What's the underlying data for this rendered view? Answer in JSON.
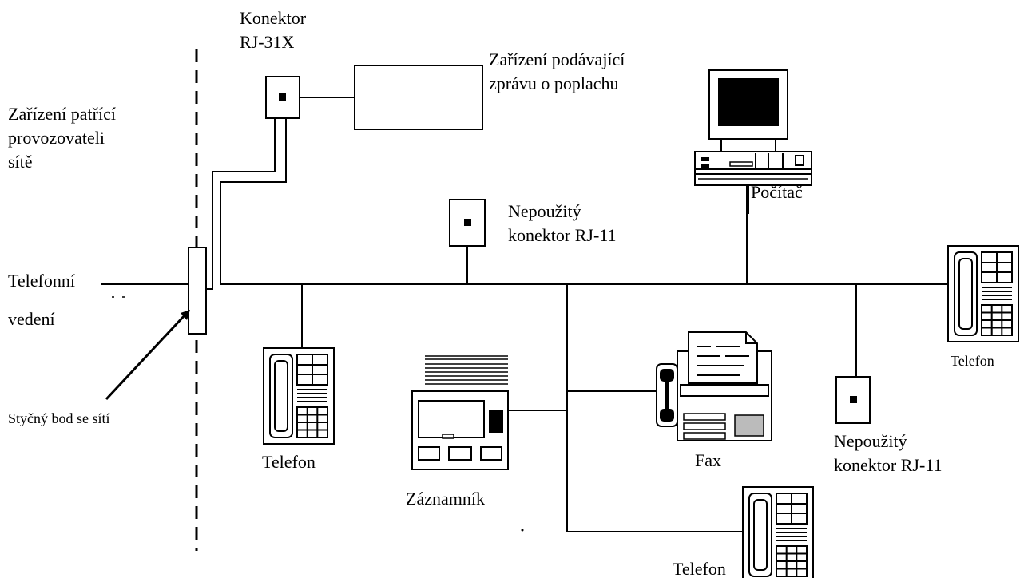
{
  "labels": {
    "rj31x_connector": [
      "Konektor",
      "RJ-31X"
    ],
    "alarm_device": [
      "Zařízení podávající",
      "zprávu o poplachu"
    ],
    "operator_equipment": [
      "Zařízení patřící",
      "provozovateli",
      "sítě"
    ],
    "computer": "Počítač",
    "unused_rj11_top": [
      "Nepoužitý",
      "konektor RJ-11"
    ],
    "phone_line": [
      "Telefonní",
      "vedení"
    ],
    "interface_point": "Styčný bod se sítí",
    "telephone_left": "Telefon",
    "answering_machine": "Záznamník",
    "fax": "Fax",
    "unused_rj11_bottom": [
      "Nepoužitý",
      "konektor RJ-11"
    ],
    "telephone_right": "Telefon",
    "telephone_bottom": "Telefon"
  },
  "icons": [
    "rj31x-jack-icon",
    "alarm-device-icon",
    "computer-icon",
    "rj11-jack-icon",
    "telephone-icon",
    "answering-machine-icon",
    "fax-icon"
  ],
  "colors": {
    "line": "#000000",
    "background": "#ffffff"
  }
}
